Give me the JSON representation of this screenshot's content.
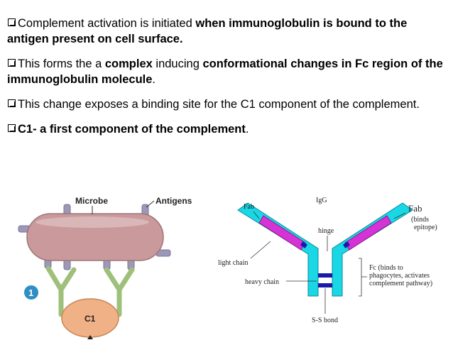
{
  "bullets": [
    {
      "segments": [
        {
          "text": "Complement activation is initiated ",
          "bold": false
        },
        {
          "text": "when immunoglobulin is bound to the antigen present on cell surface.",
          "bold": true
        }
      ]
    },
    {
      "segments": [
        {
          "text": "This forms the a ",
          "bold": false
        },
        {
          "text": "complex",
          "bold": true
        },
        {
          "text": " inducing ",
          "bold": false
        },
        {
          "text": "conformational changes in Fc region of the immunoglobulin molecule",
          "bold": true
        },
        {
          "text": ".",
          "bold": false
        }
      ]
    },
    {
      "segments": [
        {
          "text": "This change  exposes a binding site for the C1 component of the complement.",
          "bold": false
        }
      ]
    },
    {
      "segments": [
        {
          "text": "C1- a first component  of the complement",
          "bold": true
        },
        {
          "text": ".",
          "bold": false
        }
      ]
    }
  ],
  "left_figure": {
    "microbe_label": "Microbe",
    "antigens_label": "Antigens",
    "step_number": "1",
    "c1_label": "C1"
  },
  "right_figure": {
    "igg_label": "IgG",
    "fab_left_label": "Fab",
    "fab_right_label": "Fab",
    "fab_note_line1": "(binds",
    "fab_note_line2": "epitope)",
    "hinge_label": "hinge",
    "light_chain_label": "light chain",
    "heavy_chain_label": "heavy chain",
    "fc_note_line1": "Fc (binds to",
    "fc_note_line2": "phagocytes, activates",
    "fc_note_line3": "complement pathway)",
    "ss_bond_label": "S-S bond"
  },
  "colors": {
    "microbe": "#c9999b",
    "antigen": "#9d97b8",
    "antibody_left": "#9ec07a",
    "c1": "#f1b186",
    "step_badge": "#2d8fc4",
    "heavy_chain": "#1ad7e6",
    "light_chain": "#d633d6",
    "bond": "#1a1aa8"
  }
}
